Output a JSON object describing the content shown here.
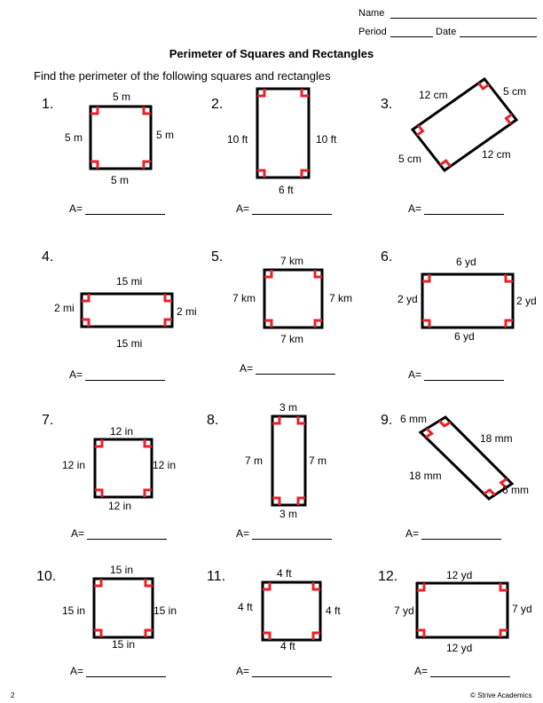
{
  "header": {
    "name_label": "Name",
    "period_label": "Period",
    "date_label": "Date"
  },
  "title": "Perimeter of Squares and Rectangles",
  "instructions": "Find the perimeter of the following squares and rectangles",
  "answer_prefix": "A=",
  "right_angle_color": "#e8212b",
  "problems": [
    {
      "num": "1.",
      "labels": [
        "5 m",
        "5 m",
        "5 m",
        "5 m"
      ]
    },
    {
      "num": "2.",
      "labels": [
        "10 ft",
        "10 ft",
        "6 ft"
      ]
    },
    {
      "num": "3.",
      "labels": [
        "12 cm",
        "5 cm",
        "5 cm",
        "12 cm"
      ]
    },
    {
      "num": "4.",
      "labels": [
        "15 mi",
        "2 mi",
        "2 mi",
        "15 mi"
      ]
    },
    {
      "num": "5.",
      "labels": [
        "7 km",
        "7 km",
        "7 km",
        "7 km"
      ]
    },
    {
      "num": "6.",
      "labels": [
        "6 yd",
        "2 yd",
        "2 yd",
        "6 yd"
      ]
    },
    {
      "num": "7.",
      "labels": [
        "12 in",
        "12 in",
        "12 in",
        "12 in"
      ]
    },
    {
      "num": "8.",
      "labels": [
        "3 m",
        "7 m",
        "7 m",
        "3 m"
      ]
    },
    {
      "num": "9.",
      "labels": [
        "6 mm",
        "18 mm",
        "18 mm",
        "6 mm"
      ]
    },
    {
      "num": "10.",
      "labels": [
        "15 in",
        "15 in",
        "15 in",
        "15 in"
      ]
    },
    {
      "num": "11.",
      "labels": [
        "4 ft",
        "4 ft",
        "4 ft",
        "4 ft"
      ]
    },
    {
      "num": "12.",
      "labels": [
        "12 yd",
        "7 yd",
        "7 yd",
        "12 yd"
      ]
    }
  ],
  "footer": {
    "page_number": "2",
    "copyright": "© Strive Academics"
  }
}
